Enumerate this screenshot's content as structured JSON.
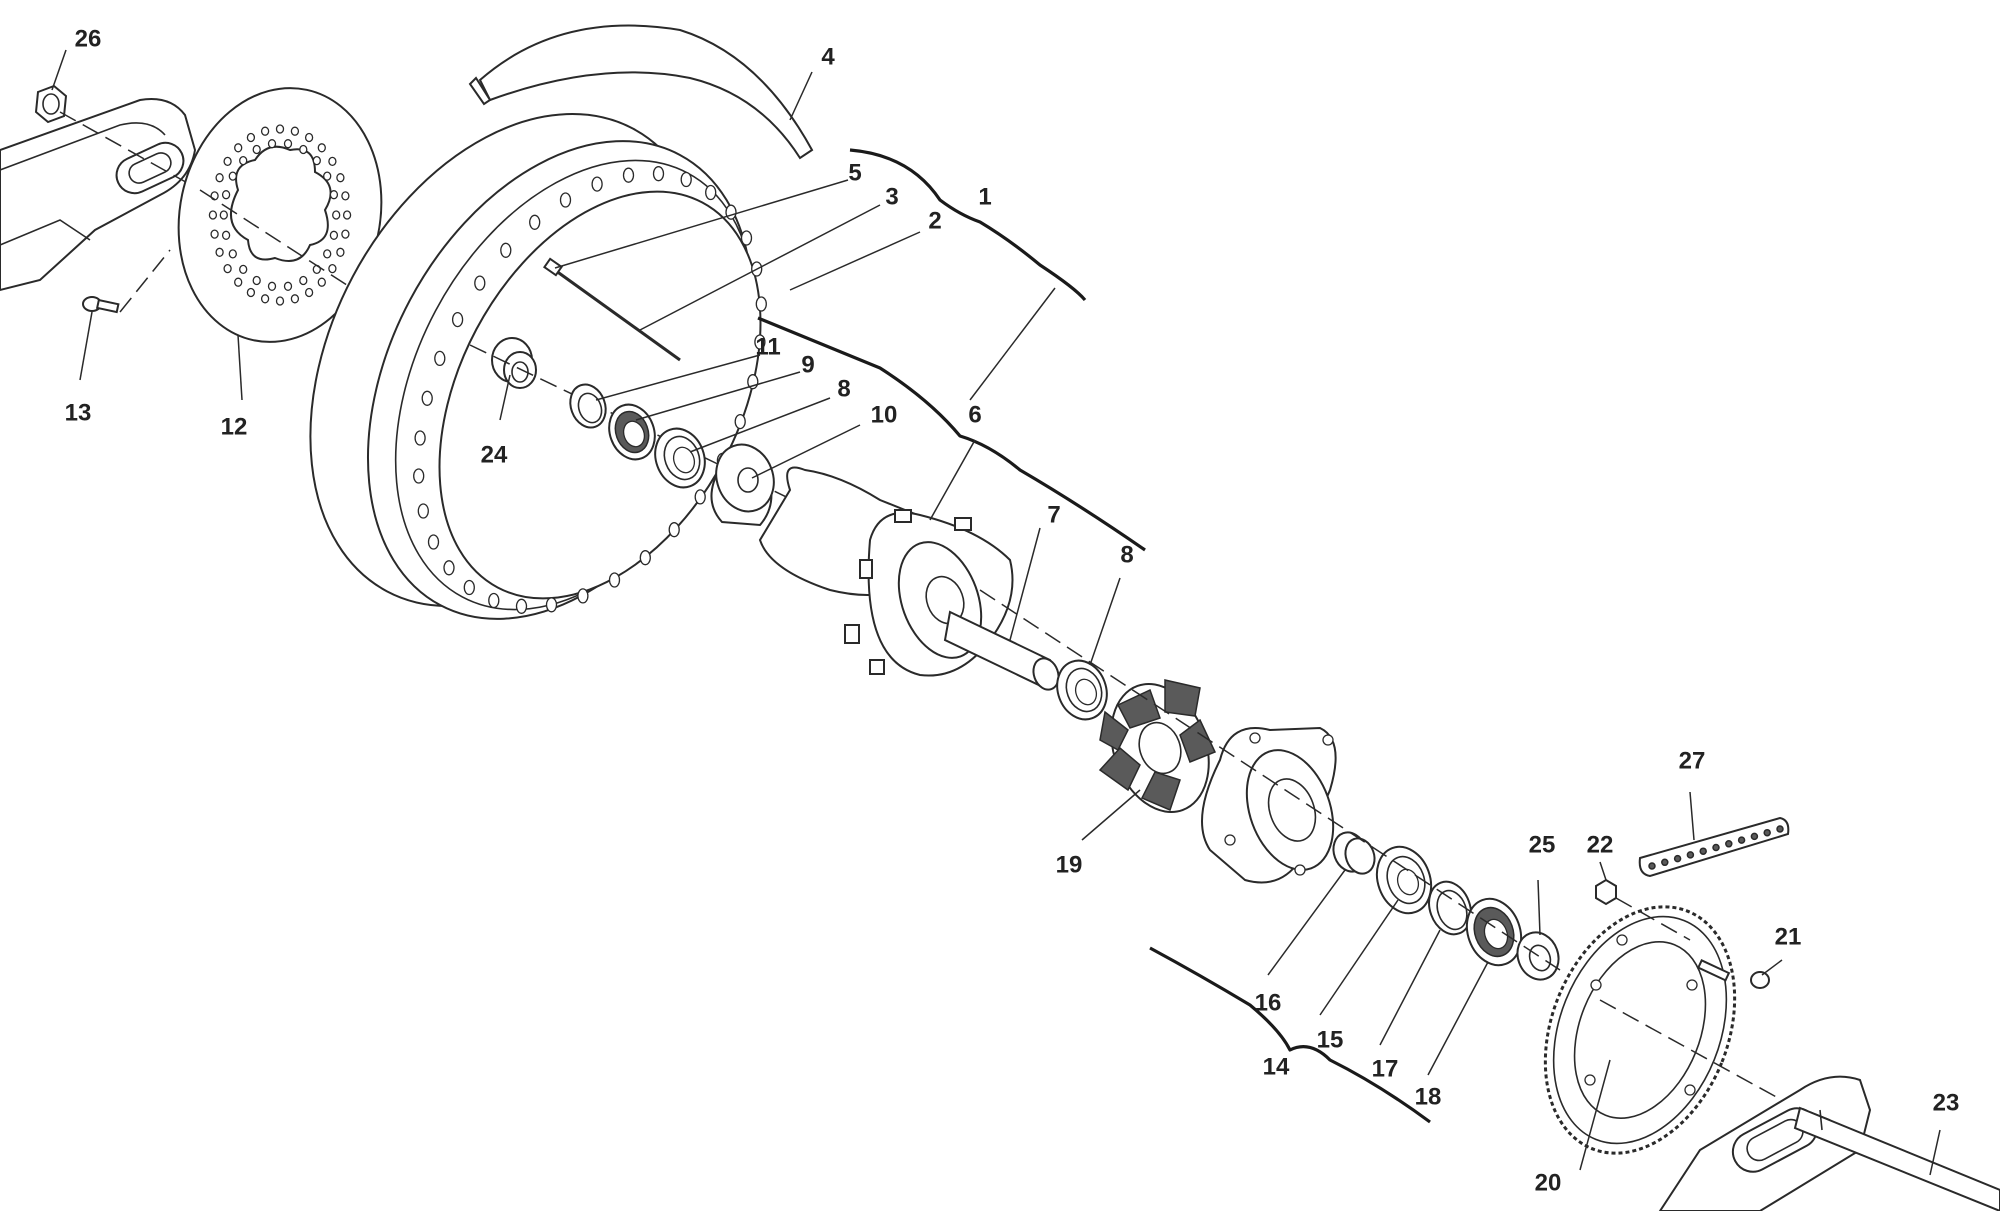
{
  "diagram": {
    "title": "",
    "callouts": [
      {
        "id": "c1",
        "label": "1"
      },
      {
        "id": "c2",
        "label": "2"
      },
      {
        "id": "c3",
        "label": "3"
      },
      {
        "id": "c4",
        "label": "4"
      },
      {
        "id": "c5",
        "label": "5"
      },
      {
        "id": "c6",
        "label": "6"
      },
      {
        "id": "c7",
        "label": "7"
      },
      {
        "id": "c8a",
        "label": "8"
      },
      {
        "id": "c8b",
        "label": "8"
      },
      {
        "id": "c9",
        "label": "9"
      },
      {
        "id": "c10",
        "label": "10"
      },
      {
        "id": "c11",
        "label": "11"
      },
      {
        "id": "c12",
        "label": "12"
      },
      {
        "id": "c13",
        "label": "13"
      },
      {
        "id": "c14",
        "label": "14"
      },
      {
        "id": "c15",
        "label": "15"
      },
      {
        "id": "c16",
        "label": "16"
      },
      {
        "id": "c17",
        "label": "17"
      },
      {
        "id": "c18",
        "label": "18"
      },
      {
        "id": "c19",
        "label": "19"
      },
      {
        "id": "c20",
        "label": "20"
      },
      {
        "id": "c21",
        "label": "21"
      },
      {
        "id": "c22",
        "label": "22"
      },
      {
        "id": "c23",
        "label": "23"
      },
      {
        "id": "c24",
        "label": "24"
      },
      {
        "id": "c25",
        "label": "25"
      },
      {
        "id": "c26",
        "label": "26"
      },
      {
        "id": "c27",
        "label": "27"
      }
    ]
  }
}
